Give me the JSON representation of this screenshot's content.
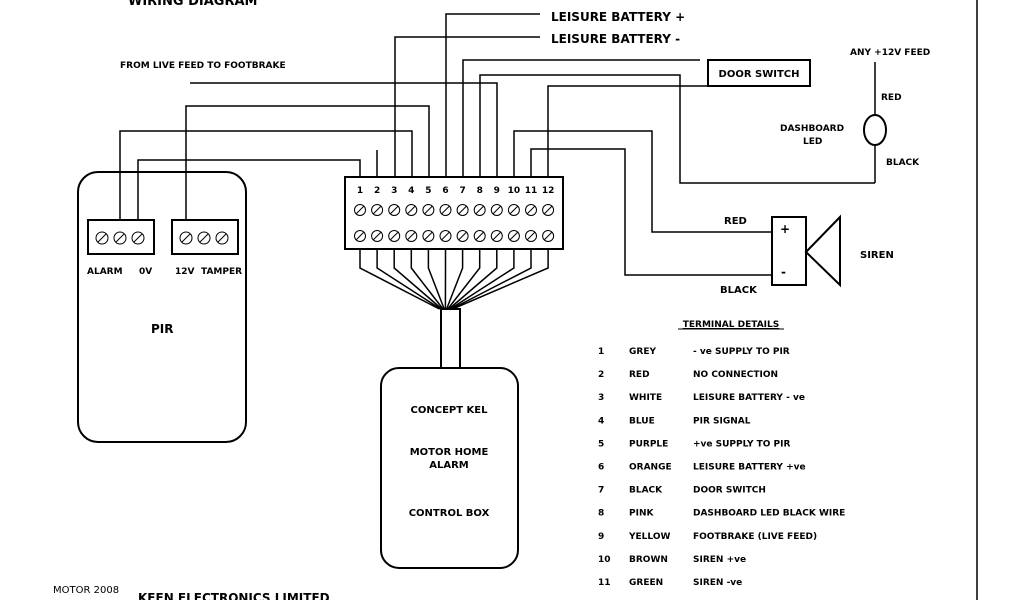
{
  "title": "WIRING DIAGRAM",
  "labels": {
    "leisure_pos": "LEISURE BATTERY +",
    "leisure_neg": "LEISURE BATTERY -",
    "footbrake": "FROM LIVE FEED TO FOOTBRAKE",
    "door_switch": "DOOR SWITCH",
    "any_12v": "ANY +12V FEED",
    "red_top": "RED",
    "dash_led_1": "DASHBOARD",
    "dash_led_2": "LED",
    "black_right": "BLACK",
    "red_siren": "RED",
    "black_siren": "BLACK",
    "siren": "SIREN",
    "siren_plus": "+",
    "siren_minus": "-"
  },
  "pir": {
    "label": "PIR",
    "term_alarm": "ALARM",
    "term_0v": "0V",
    "term_12v": "12V",
    "term_tamper": "TAMPER"
  },
  "terminal_numbers": [
    "1",
    "2",
    "3",
    "4",
    "5",
    "6",
    "7",
    "8",
    "9",
    "10",
    "11",
    "12"
  ],
  "control_box": {
    "line1": "CONCEPT KEL",
    "line2": "MOTOR HOME",
    "line3": "ALARM",
    "line4": "CONTROL BOX"
  },
  "terminal_details": {
    "heading": "TERMINAL DETAILS",
    "rows": [
      {
        "num": "1",
        "colour": "GREY",
        "desc": "- ve SUPPLY TO PIR"
      },
      {
        "num": "2",
        "colour": "RED",
        "desc": "NO CONNECTION"
      },
      {
        "num": "3",
        "colour": "WHITE",
        "desc": "LEISURE BATTERY - ve"
      },
      {
        "num": "4",
        "colour": "BLUE",
        "desc": "PIR SIGNAL"
      },
      {
        "num": "5",
        "colour": "PURPLE",
        "desc": "+ve SUPPLY TO PIR"
      },
      {
        "num": "6",
        "colour": "ORANGE",
        "desc": "LEISURE BATTERY +ve"
      },
      {
        "num": "7",
        "colour": "BLACK",
        "desc": "DOOR SWITCH"
      },
      {
        "num": "8",
        "colour": "PINK",
        "desc": "DASHBOARD LED BLACK WIRE"
      },
      {
        "num": "9",
        "colour": "YELLOW",
        "desc": "FOOTBRAKE (LIVE FEED)"
      },
      {
        "num": "10",
        "colour": "BROWN",
        "desc": "SIREN +ve"
      },
      {
        "num": "11",
        "colour": "GREEN",
        "desc": "SIREN -ve"
      }
    ]
  },
  "footer": {
    "motor": "MOTOR 2008",
    "company": "KEEN ELECTRONICS LIMITED"
  }
}
